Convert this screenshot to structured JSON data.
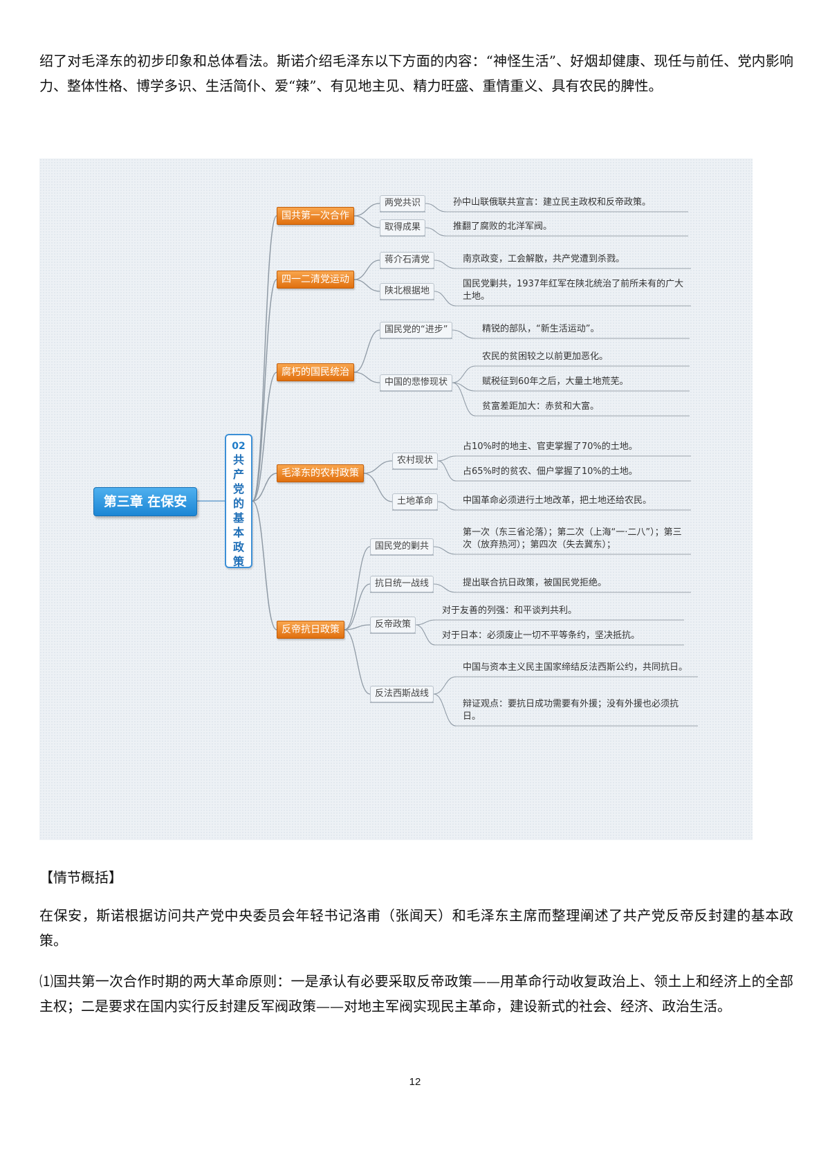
{
  "paragraphs": {
    "intro": "绍了对毛泽东的初步印象和总体看法。斯诺介绍毛泽东以下方面的内容：“神怪生活”、好烟却健康、现任与前任、党内影响力、整体性格、博学多识、生活简仆、爱“辣”、有见地主见、精力旺盛、重情重义、具有农民的脾性。",
    "section_heading": "【情节概括】",
    "body1": "在保安，斯诺根据访问共产党中央委员会年轻书记洛甫（张闻天）和毛泽东主席而整理阐述了共产党反帝反封建的基本政策。",
    "body2": "⑴国共第一次合作时期的两大革命原则：一是承认有必要采取反帝政策——用革命行动收复政治上、领土上和经济上的全部主权；二是要求在国内实行反封建反军阀政策——对地主军阀实现民主革命，建设新式的社会、经济、政治生活。"
  },
  "page_number": "12",
  "mindmap": {
    "root": "第三章 在保安",
    "center_number": "02",
    "center_chars": [
      "共",
      "产",
      "党",
      "的",
      "基",
      "本",
      "政",
      "策"
    ],
    "branches": [
      {
        "label": "国共第一次合作",
        "subs": [
          {
            "label": "两党共识",
            "leaves": [
              "孙中山联俄联共宣言：建立民主政权和反帝政策。"
            ]
          },
          {
            "label": "取得成果",
            "leaves": [
              "推翻了腐败的北洋军阀。"
            ]
          }
        ]
      },
      {
        "label": "四一二清党运动",
        "subs": [
          {
            "label": "蒋介石清党",
            "leaves": [
              "南京政变，工会解散，共产党遭到杀戮。"
            ]
          },
          {
            "label": "陕北根据地",
            "leaves": [
              "国民党剿共，1937年红军在陕北统治了前所未有的广大土地。"
            ]
          }
        ]
      },
      {
        "label": "腐朽的国民统治",
        "subs": [
          {
            "label": "国民党的“进步”",
            "leaves": [
              "精锐的部队，“新生活运动”。"
            ]
          },
          {
            "label": "中国的悲惨现状",
            "leaves": [
              "农民的贫困较之以前更加恶化。",
              "赋税征到60年之后，大量土地荒芜。",
              "贫富差距加大：赤贫和大富。"
            ]
          }
        ]
      },
      {
        "label": "毛泽东的农村政策",
        "subs": [
          {
            "label": "农村现状",
            "leaves": [
              "占10%时的地主、官吏掌握了70%的土地。",
              "占65%时的贫农、佃户掌握了10%的土地。"
            ]
          },
          {
            "label": "土地革命",
            "leaves": [
              "中国革命必须进行土地改革，把土地还给农民。"
            ]
          }
        ]
      },
      {
        "label": "反帝抗日政策",
        "subs": [
          {
            "label": "国民党的剿共",
            "leaves": [
              "第一次（东三省沦落）；第二次（上海“一·二八”）；第三次（放弃热河）；第四次（失去冀东）；"
            ]
          },
          {
            "label": "抗日统一战线",
            "leaves": [
              "提出联合抗日政策，被国民党拒绝。"
            ]
          },
          {
            "label": "反帝政策",
            "leaves": [
              "对于友善的列强：和平谈判共利。",
              "对于日本：必须废止一切不平等条约，坚决抵抗。"
            ]
          },
          {
            "label": "反法西斯战线",
            "leaves": [
              "中国与资本主义民主国家缔结反法西斯公约，共同抗日。",
              "辩证观点：要抗日成功需要有外援；没有外援也必须抗日。"
            ]
          }
        ]
      }
    ]
  }
}
